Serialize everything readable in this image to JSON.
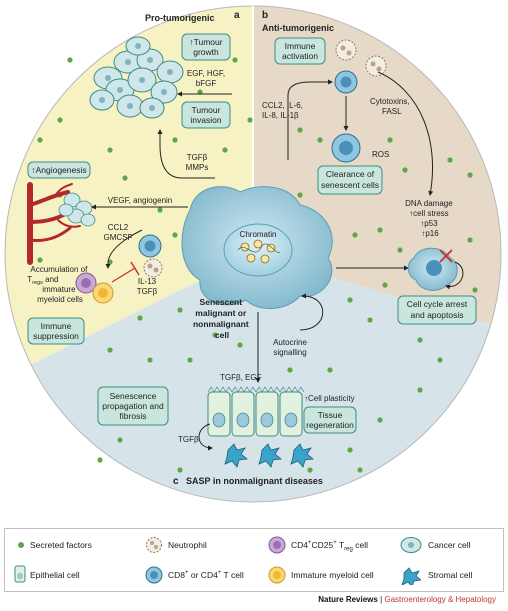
{
  "panels": {
    "a": {
      "letter": "a",
      "title": "Pro-tumorigenic"
    },
    "b": {
      "letter": "b",
      "title": "Anti-tumorigenic"
    },
    "c": {
      "letter": "c",
      "title": "SASP in nonmalignant diseases"
    }
  },
  "boxes": {
    "tumour_growth": [
      "↑Tumour",
      "growth"
    ],
    "tumour_invasion": [
      "Tumour",
      "invasion"
    ],
    "angiogenesis": "↑Angiogenesis",
    "immune_suppression": [
      "Immune",
      "suppression"
    ],
    "immune_activation": [
      "Immune",
      "activation"
    ],
    "clearance": [
      "Clearance of",
      "senescent cells"
    ],
    "arrest": [
      "Cell cycle arrest",
      "and apoptosis"
    ],
    "senescence_propagation": [
      "Senescence",
      "propagation and",
      "fibrosis"
    ],
    "tissue_regeneration": [
      "Tissue",
      "regeneration"
    ]
  },
  "labels": {
    "egf_hgf": [
      "EGF, HGF,",
      "bFGF"
    ],
    "tgfb_mmps": [
      "TGFβ",
      "MMPs"
    ],
    "vegf": "VEGF, angiogenin",
    "ccl2_gmcsf": [
      "CCL2",
      "GMCSF"
    ],
    "il13_tgfb": [
      "IL-13",
      "TGFβ"
    ],
    "accumulation": [
      "Accumulation of",
      "T",
      "regs",
      " and",
      "immature",
      "myeloid cells"
    ],
    "ccl2_il6": [
      "CCL2, IL-6,",
      "IL-8, IL-1β"
    ],
    "cytotoxins": [
      "Cytotoxins,",
      "FASL"
    ],
    "ros": "ROS",
    "dna_damage": [
      "DNA damage",
      "↑cell stress",
      "↑p53",
      "↑p16"
    ],
    "chromatin": "Chromatin",
    "senescent_cell": [
      "Senescent",
      "malignant or",
      "nonmalignant",
      "cell"
    ],
    "autocrine": [
      "Autocrine",
      "signalling"
    ],
    "tgfb_egf": "TGFβ, EGF",
    "cell_plasticity": "↑Cell plasticity",
    "tgfb_small": "TGFβ"
  },
  "legend": {
    "secreted": "Secreted factors",
    "neutrophil": "Neutrophil",
    "treg": [
      "CD4",
      "+",
      "CD25",
      "+",
      " T",
      "reg",
      " cell"
    ],
    "cancer": "Cancer cell",
    "epithelial": "Epithelial cell",
    "cd8": [
      "CD8",
      "+",
      " or CD4",
      "+",
      " T cell"
    ],
    "myeloid": "Immature myeloid cell",
    "stromal": "Stromal cell"
  },
  "footer": {
    "journal": "Nature Reviews",
    "sep": " | ",
    "section": "Gastroenterology & Hepatology"
  },
  "colors": {
    "sector_a": "#f7f2c4",
    "sector_b": "#e6d9c8",
    "sector_c": "#d6e4ea",
    "cell_fill": "#9ecbdb",
    "box_fill": "#c9e6de",
    "box_stroke": "#3e8c82",
    "dot": "#5fa648",
    "vessel": "#b3282d"
  }
}
